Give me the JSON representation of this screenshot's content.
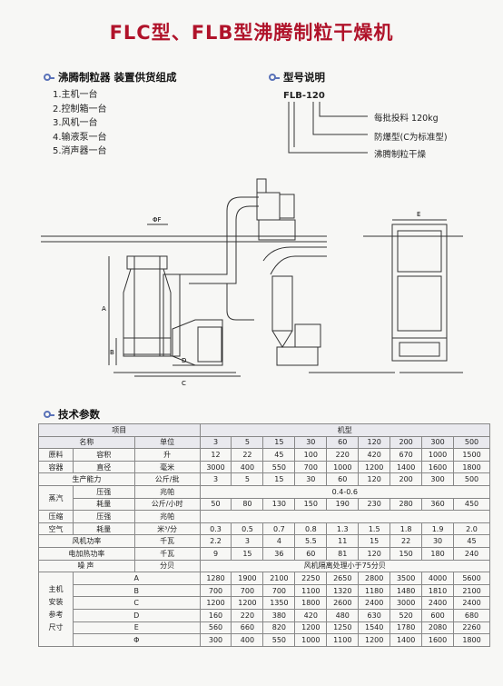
{
  "title": "FLC型、FLB型沸腾制粒干燥机",
  "components": {
    "heading": "沸腾制粒器 装置供货组成",
    "items": [
      "1.主机一台",
      "2.控制箱一台",
      "3.风机一台",
      "4.输液泵一台",
      "5.消声器一台"
    ]
  },
  "model": {
    "heading": "型号说明",
    "code": "FLB-120",
    "labels": [
      "每批投料 120kg",
      "防爆型(C为标准型)",
      "沸腾制粒干燥"
    ]
  },
  "drawing": {
    "labels": [
      "ΦF",
      "A",
      "B",
      "D",
      "C",
      "E"
    ]
  },
  "spec": {
    "heading": "技术参数",
    "header_item": "项目",
    "header_model": "机型",
    "name_label": "名称",
    "unit_label": "单位",
    "models": [
      "3",
      "5",
      "15",
      "30",
      "60",
      "120",
      "200",
      "300",
      "500"
    ],
    "rows": [
      {
        "group": "原料",
        "name": "容积",
        "unit": "升",
        "values": [
          "12",
          "22",
          "45",
          "100",
          "220",
          "420",
          "670",
          "1000",
          "1500"
        ]
      },
      {
        "group": "容器",
        "name": "直径",
        "unit": "毫米",
        "values": [
          "3000",
          "400",
          "550",
          "700",
          "1000",
          "1200",
          "1400",
          "1600",
          "1800"
        ]
      },
      {
        "group": "",
        "name": "生产能力",
        "unit": "公斤/批",
        "values": [
          "3",
          "5",
          "15",
          "30",
          "60",
          "120",
          "200",
          "300",
          "500"
        ]
      }
    ],
    "steam_group": "蒸汽",
    "steam_pressure": {
      "name": "压强",
      "unit": "兆帕",
      "value": "0.4-0.6"
    },
    "steam_consume": {
      "name": "耗量",
      "unit": "公斤/小时",
      "values": [
        "50",
        "80",
        "130",
        "150",
        "190",
        "230",
        "280",
        "360",
        "450"
      ]
    },
    "air_group_top": "压缩",
    "air_group_bottom": "空气",
    "air_pressure": {
      "name": "压强",
      "unit": "兆帕"
    },
    "air_consume": {
      "name": "耗量",
      "unit": "米³/分",
      "values": [
        "0.3",
        "0.5",
        "0.7",
        "0.8",
        "1.3",
        "1.5",
        "1.8",
        "1.9",
        "2.0"
      ]
    },
    "fan": {
      "name": "风机功率",
      "unit": "千瓦",
      "values": [
        "2.2",
        "3",
        "4",
        "5.5",
        "11",
        "15",
        "22",
        "30",
        "45"
      ]
    },
    "heater": {
      "name": "电加热功率",
      "unit": "千瓦",
      "values": [
        "9",
        "15",
        "36",
        "60",
        "81",
        "120",
        "150",
        "180",
        "240"
      ]
    },
    "noise": {
      "name": "噪声",
      "unit": "分贝",
      "value": "风机隔离处理小于75分贝"
    },
    "dims_group": [
      "主机",
      "安装",
      "参考",
      "尺寸"
    ],
    "dims": [
      {
        "name": "A",
        "values": [
          "1280",
          "1900",
          "2100",
          "2250",
          "2650",
          "2800",
          "3500",
          "4000",
          "5600"
        ]
      },
      {
        "name": "B",
        "values": [
          "700",
          "700",
          "700",
          "1100",
          "1320",
          "1180",
          "1480",
          "1810",
          "2100"
        ]
      },
      {
        "name": "C",
        "values": [
          "1200",
          "1200",
          "1350",
          "1800",
          "2600",
          "2400",
          "3000",
          "2400",
          "2400"
        ]
      },
      {
        "name": "D",
        "values": [
          "160",
          "220",
          "380",
          "420",
          "480",
          "630",
          "520",
          "600",
          "680"
        ]
      },
      {
        "name": "E",
        "values": [
          "560",
          "660",
          "820",
          "1200",
          "1250",
          "1540",
          "1780",
          "2080",
          "2260"
        ]
      },
      {
        "name": "Φ",
        "values": [
          "300",
          "400",
          "550",
          "1000",
          "1100",
          "1200",
          "1400",
          "1600",
          "1800"
        ]
      }
    ]
  }
}
